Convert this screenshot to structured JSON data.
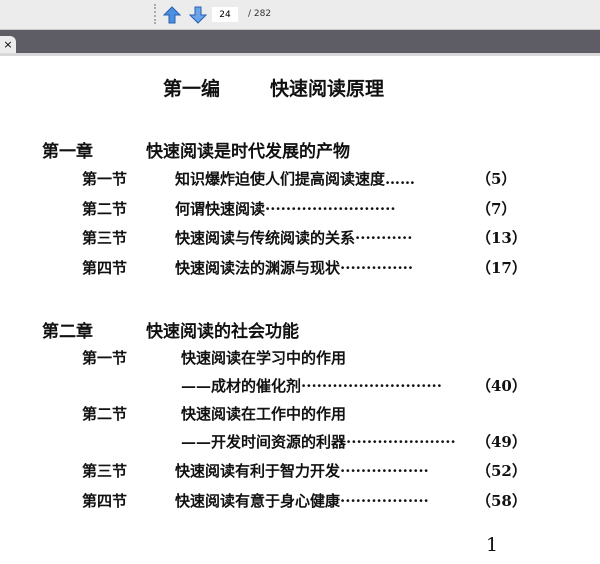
{
  "toolbar": {
    "page_current": "24",
    "page_total": "/ 282"
  },
  "tab": {
    "close_label": "×"
  },
  "doc": {
    "part_title": "第一编",
    "part_name": "快速阅读原理",
    "chapters": [
      {
        "label": "第一章",
        "title": "快速阅读是时代发展的产物",
        "sections": [
          {
            "label": "第一节",
            "title": "知识爆炸迫使人们提高阅读速度……",
            "page": "（5）"
          },
          {
            "label": "第二节",
            "title": "何谓快速阅读·························",
            "page": "（7）"
          },
          {
            "label": "第三节",
            "title": "快速阅读与传统阅读的关系···········",
            "page": "（13）"
          },
          {
            "label": "第四节",
            "title": "快速阅读法的渊源与现状··············",
            "page": "（17）"
          }
        ]
      },
      {
        "label": "第二章",
        "title": "快速阅读的社会功能",
        "sections": [
          {
            "label": "第一节",
            "title": "快速阅读在学习中的作用",
            "subtitle": "——成材的催化剂···························",
            "page": "（40）"
          },
          {
            "label": "第二节",
            "title": "快速阅读在工作中的作用",
            "subtitle": "——开发时间资源的利器·····················",
            "page": "（49）"
          },
          {
            "label": "第三节",
            "title": "快速阅读有利于智力开发·················",
            "page": "（52）"
          },
          {
            "label": "第四节",
            "title": "快速阅读有意于身心健康·················",
            "page": "（58）"
          }
        ]
      }
    ],
    "page_number": "1"
  }
}
